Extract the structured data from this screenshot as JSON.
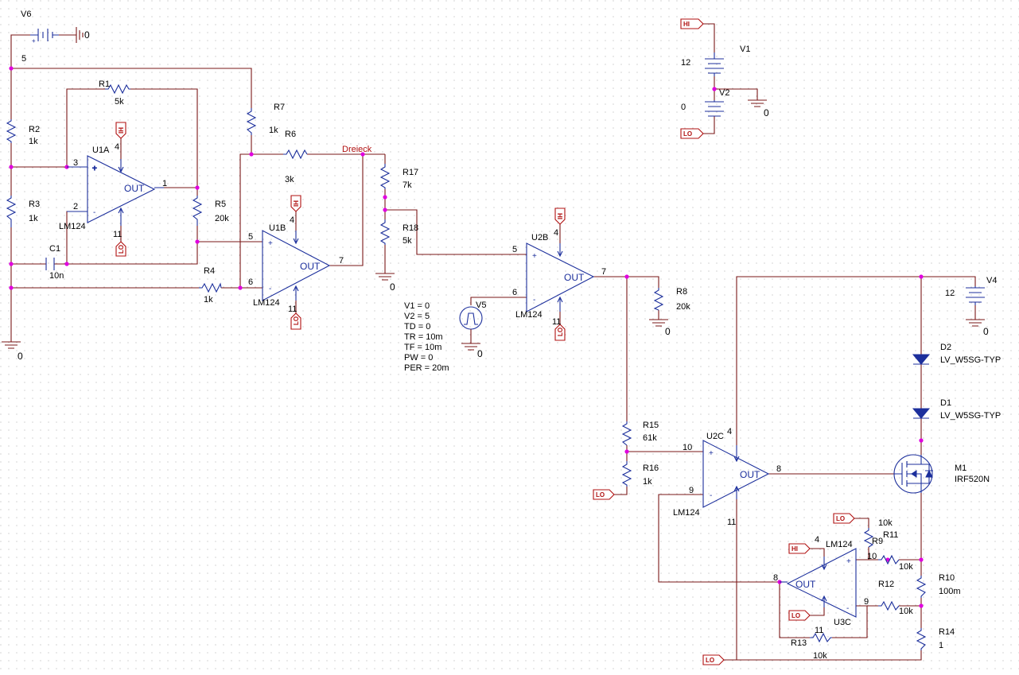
{
  "net_labels": {
    "dreieck": "Dreieck"
  },
  "ports": {
    "hi": "HI",
    "lo": "LO"
  },
  "gnd_label": "0",
  "opamp": {
    "part": "LM124",
    "out": "OUT",
    "plus": "+",
    "minus": "-"
  },
  "sources": {
    "V6": {
      "ref": "V6",
      "value": "5"
    },
    "V1": {
      "ref": "V1",
      "value": "12"
    },
    "V2": {
      "ref": "V2",
      "value": "0"
    },
    "V4": {
      "ref": "V4",
      "value": "12"
    },
    "V5": {
      "ref": "V5",
      "params": [
        "V1 = 0",
        "V2 = 5",
        "TD = 0",
        "TR = 10m",
        "TF = 10m",
        "PW = 0",
        "PER = 20m"
      ]
    }
  },
  "components": {
    "R1": {
      "ref": "R1",
      "value": "5k"
    },
    "R2": {
      "ref": "R2",
      "value": "1k"
    },
    "R3": {
      "ref": "R3",
      "value": "1k"
    },
    "R4": {
      "ref": "R4",
      "value": "1k"
    },
    "R5": {
      "ref": "R5",
      "value": "20k"
    },
    "R6": {
      "ref": "R6",
      "value": "3k"
    },
    "R7": {
      "ref": "R7",
      "value": "1k"
    },
    "R8": {
      "ref": "R8",
      "value": "20k"
    },
    "R9": {
      "ref": "R9",
      "value": "10k"
    },
    "R10": {
      "ref": "R10",
      "value": "100m"
    },
    "R11": {
      "ref": "R11",
      "value": "10k"
    },
    "R12": {
      "ref": "R12",
      "value": "10k"
    },
    "R13": {
      "ref": "R13",
      "value": "10k"
    },
    "R14": {
      "ref": "R14",
      "value": "1"
    },
    "R15": {
      "ref": "R15",
      "value": "61k"
    },
    "R16": {
      "ref": "R16",
      "value": "1k"
    },
    "R17": {
      "ref": "R17",
      "value": "7k"
    },
    "R18": {
      "ref": "R18",
      "value": "5k"
    },
    "C1": {
      "ref": "C1",
      "value": "10n"
    },
    "D1": {
      "ref": "D1",
      "value": "LV_W5SG-TYP"
    },
    "D2": {
      "ref": "D2",
      "value": "LV_W5SG-TYP"
    },
    "M1": {
      "ref": "M1",
      "value": "IRF520N"
    },
    "U1A": {
      "ref": "U1A"
    },
    "U1B": {
      "ref": "U1B"
    },
    "U2B": {
      "ref": "U2B"
    },
    "U2C": {
      "ref": "U2C"
    },
    "U3C": {
      "ref": "U3C"
    }
  },
  "pins": {
    "U1A": {
      "plus": "3",
      "minus": "2",
      "out": "1",
      "vcc": "4",
      "vee": "11"
    },
    "U1B": {
      "plus": "5",
      "minus": "6",
      "out": "7",
      "vcc": "4",
      "vee": "11"
    },
    "U2B": {
      "plus": "5",
      "minus": "6",
      "out": "7",
      "vcc": "4",
      "vee": "11"
    },
    "U2C": {
      "plus": "10",
      "minus": "9",
      "out": "8",
      "vcc": "4",
      "vee": "11"
    },
    "U3C": {
      "plus": "10",
      "minus": "9",
      "out": "8",
      "vcc": "4",
      "vee": "11"
    }
  }
}
